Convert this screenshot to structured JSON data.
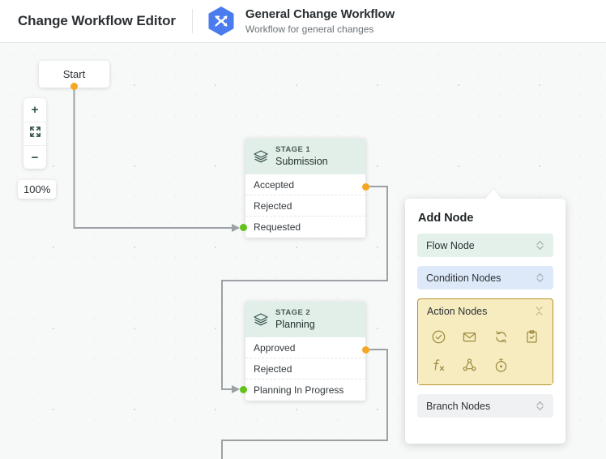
{
  "header": {
    "editor_title": "Change Workflow Editor",
    "badge_icon": "shuffle-hexagon-icon",
    "workflow_name": "General Change Workflow",
    "workflow_subtitle": "Workflow for general changes",
    "brand_color": "#4a7cf0"
  },
  "canvas": {
    "zoom_controls": {
      "zoom_in_label": "+",
      "fit_icon": "fit-screen-icon",
      "zoom_out_label": "−",
      "zoom_level": "100%"
    },
    "start_node": {
      "label": "Start"
    },
    "stages": [
      {
        "kicker": "STAGE 1",
        "title": "Submission",
        "icon": "layers-icon",
        "rows": [
          {
            "label": "Accepted",
            "out_port": true,
            "in_port": false
          },
          {
            "label": "Rejected",
            "out_port": false,
            "in_port": false
          },
          {
            "label": "Requested",
            "out_port": false,
            "in_port": true
          }
        ]
      },
      {
        "kicker": "STAGE 2",
        "title": "Planning",
        "icon": "layers-icon",
        "rows": [
          {
            "label": "Approved",
            "out_port": true,
            "in_port": false
          },
          {
            "label": "Rejected",
            "out_port": false,
            "in_port": false
          },
          {
            "label": "Planning In Progress",
            "out_port": false,
            "in_port": true
          }
        ]
      }
    ],
    "port_colors": {
      "out": "#f5a623",
      "in": "#62c21a"
    },
    "edge_color": "#9ba1a5"
  },
  "add_node_panel": {
    "title": "Add Node",
    "groups": [
      {
        "label": "Flow Node",
        "state": "collapsed",
        "chevron": "chevron-up-down-icon",
        "color": "#e4f1ea"
      },
      {
        "label": "Condition Nodes",
        "state": "collapsed",
        "chevron": "chevron-up-down-icon",
        "color": "#dde9f8"
      },
      {
        "label": "Action Nodes",
        "state": "expanded",
        "chevron": "chevron-collapse-icon",
        "color": "#f7ecc0"
      },
      {
        "label": "Branch Nodes",
        "state": "collapsed",
        "chevron": "chevron-up-down-icon",
        "color": "#f0f1f3"
      }
    ],
    "action_icons": [
      "check-circle-icon",
      "mail-icon",
      "sync-refresh-icon",
      "clipboard-check-icon",
      "function-fx-icon",
      "network-nodes-icon",
      "timer-stopwatch-icon"
    ]
  }
}
